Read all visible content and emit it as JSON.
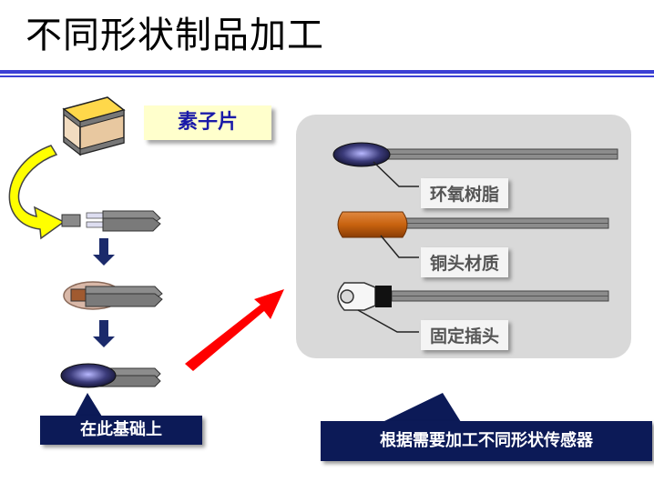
{
  "title": "不同形状制品加工",
  "chip_label": "素子片",
  "shapes": [
    {
      "label": "环氧树脂"
    },
    {
      "label": "铜头材质"
    },
    {
      "label": "固定插头"
    }
  ],
  "left_caption": "在此基础上",
  "right_caption": "根据需要加工不同形状传感器",
  "colors": {
    "rule": "#3b3fd4",
    "navy": "#0c1a57",
    "copper": "#c8620f",
    "yellow_label_bg": "#ffffcc",
    "chip_text": "#1a1aa8",
    "red_arrow": "#ff0000",
    "yellow_arrow": "#ffff00",
    "panel_bg": "#d9d9d9"
  }
}
